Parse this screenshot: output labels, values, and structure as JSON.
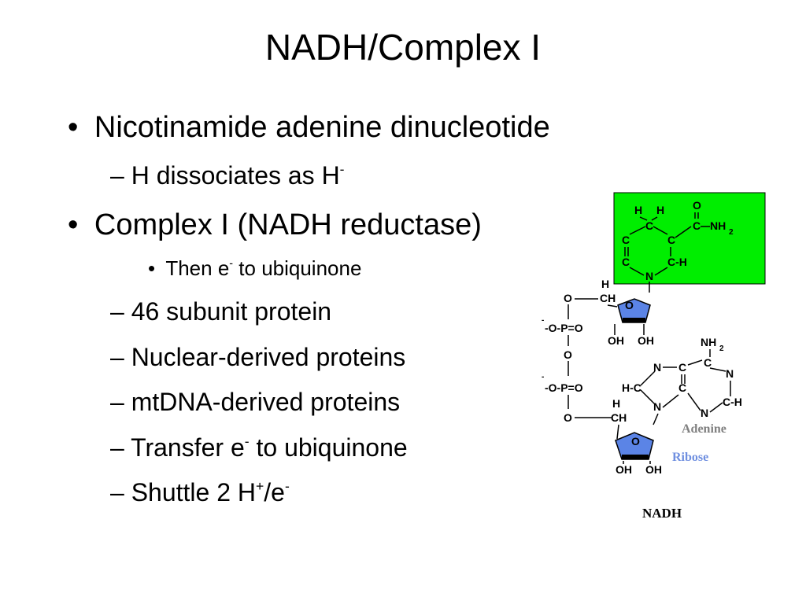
{
  "title": "NADH/Complex I",
  "bullets": {
    "b1": "Nicotinamide adenine dinucleotide",
    "b1_sub": "H dissociates as H",
    "b1_sub_sup": "-",
    "b2": "Complex I (NADH reductase)",
    "b2_subsub_pre": "Then e",
    "b2_subsub_sup": "-",
    "b2_subsub_post": " to ubiquinone",
    "s1": "46 subunit protein",
    "s2": "Nuclear-derived proteins",
    "s3": "mtDNA-derived proteins",
    "s4_pre": "Transfer e",
    "s4_sup": "-",
    "s4_post": " to ubiquinone",
    "s5_pre": "Shuttle 2 H",
    "s5_sup1": "+",
    "s5_mid": "/e",
    "s5_sup2": "-"
  },
  "markers": {
    "bullet": "•",
    "dash": "–"
  },
  "diagram": {
    "nicotinamide_color": "#00ee00",
    "ribose_color": "#5b84e6",
    "labels": {
      "h": "H",
      "c": "C",
      "ch": "CH",
      "c_h": "C-H",
      "h_c": "H-C",
      "n": "N",
      "o": "O",
      "oh": "OH",
      "nh": "NH",
      "two": "2",
      "op_o": "-O-P=O",
      "minus": "-"
    },
    "legend_adenine": "Adenine",
    "legend_ribose": "Ribose",
    "caption": "NADH"
  }
}
